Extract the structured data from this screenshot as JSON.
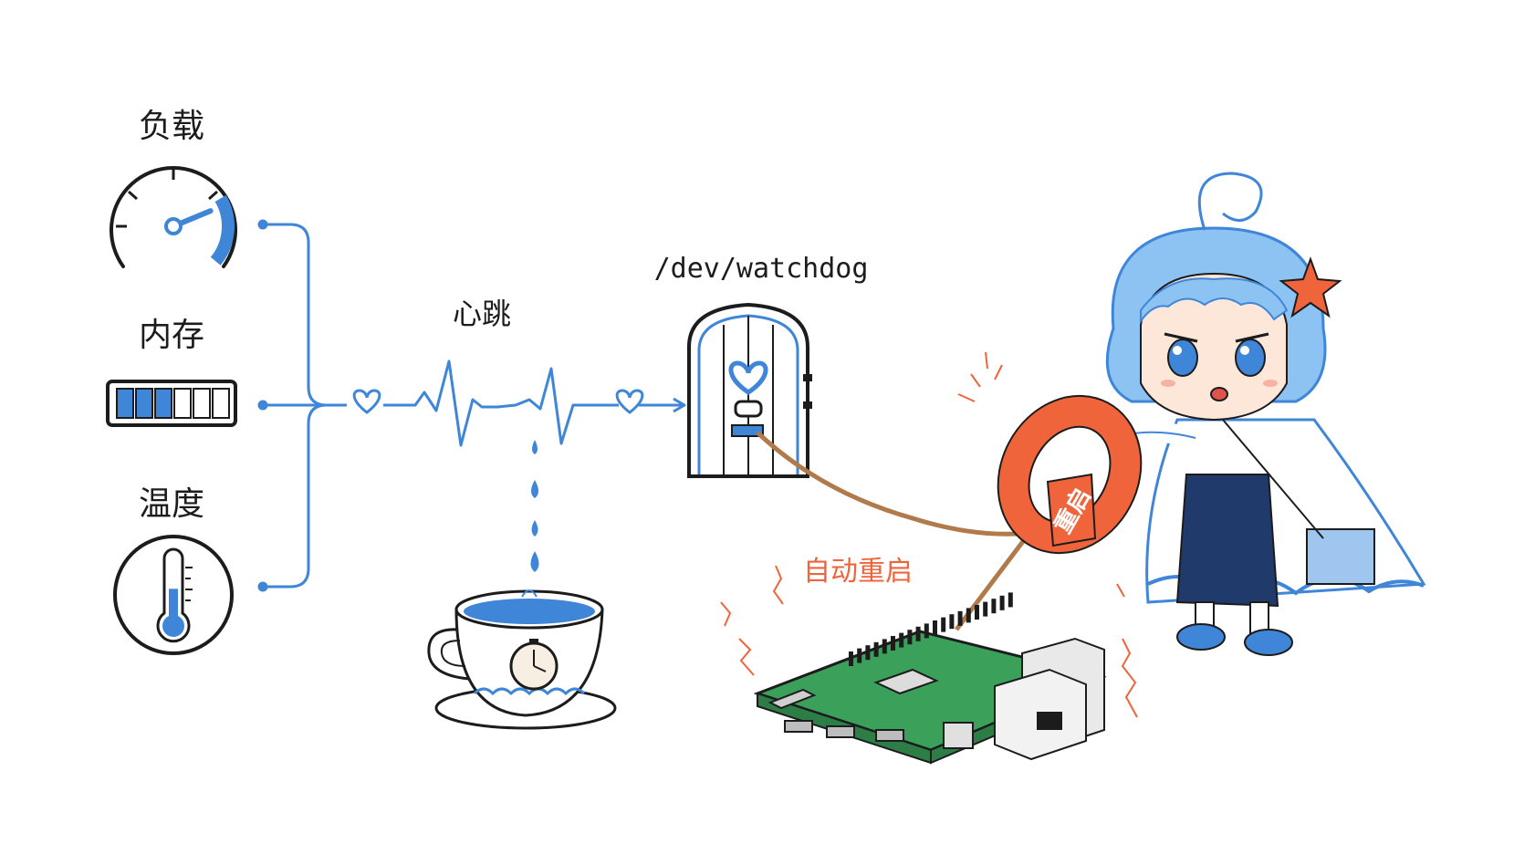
{
  "labels": {
    "load": "负载",
    "memory": "内存",
    "temperature": "温度",
    "heartbeat": "心跳",
    "device": "/dev/watchdog",
    "auto_reboot": "自动重启",
    "reboot_handle": "重启"
  },
  "metrics": {
    "gauge_level_fraction": 0.75,
    "memory_filled_cells": 3,
    "memory_total_cells": 6,
    "thermometer_level_fraction": 0.55
  },
  "colors": {
    "primary_blue": "#3f86d9",
    "dark_outline": "#1c1c1c",
    "accent_red": "#f0643c",
    "board_green": "#3aa05a",
    "rope_brown": "#b07a4a"
  },
  "icons": {
    "gauge": "speedometer-gauge-icon",
    "memory": "memory-bar-icon",
    "thermometer": "thermometer-icon",
    "heart": "heart-icon",
    "door": "watchdog-door-icon",
    "teacup": "teacup-icon",
    "stopwatch": "stopwatch-icon",
    "board": "raspberry-pi-board-icon",
    "character": "chibi-girl-character",
    "starfish": "starfish-hairclip-icon",
    "handle": "reboot-ring-handle-icon"
  }
}
